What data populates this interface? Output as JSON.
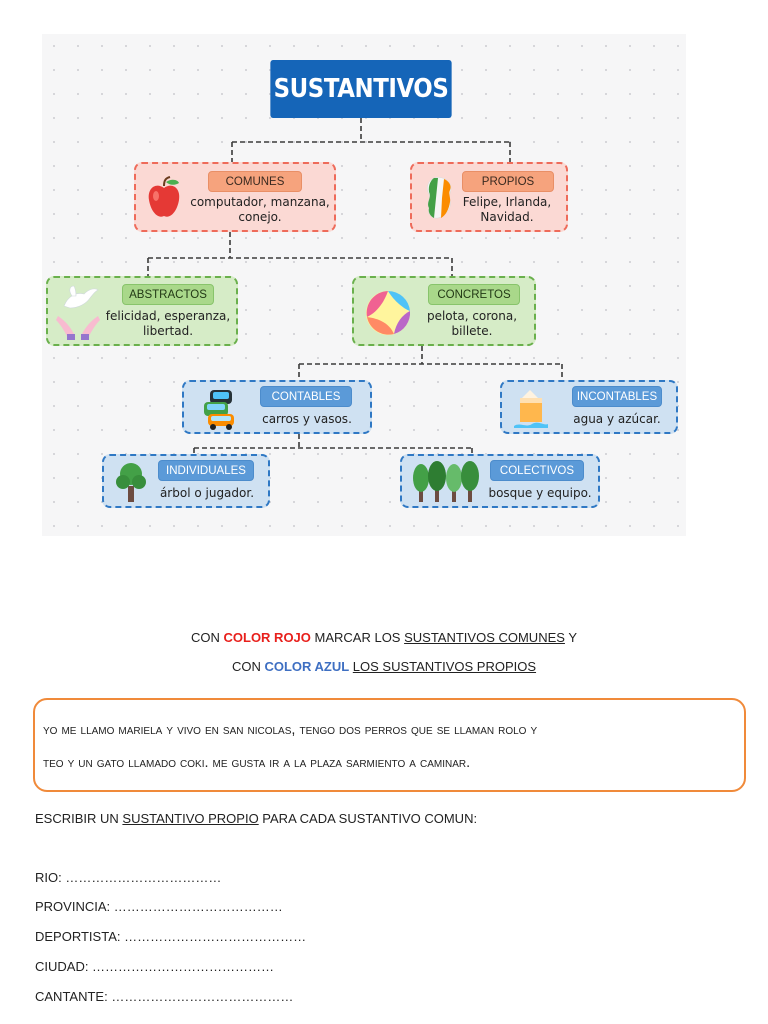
{
  "map": {
    "title": "SUSTANTIVOS",
    "nodes": {
      "comunes": {
        "tag": "COMUNES",
        "line1": "computador, manzana,",
        "line2": "conejo."
      },
      "propios": {
        "tag": "PROPIOS",
        "line1": "Felipe, Irlanda,",
        "line2": "Navidad."
      },
      "abstractos": {
        "tag": "ABSTRACTOS",
        "line1": "felicidad, esperanza,",
        "line2": "libertad."
      },
      "concretos": {
        "tag": "CONCRETOS",
        "line1": "pelota, corona,",
        "line2": "billete."
      },
      "contables": {
        "tag": "CONTABLES",
        "line1": "carros y vasos."
      },
      "incontables": {
        "tag": "INCONTABLES",
        "line1": "agua y azúcar."
      },
      "individuales": {
        "tag": "INDIVIDUALES",
        "line1": "árbol o jugador."
      },
      "colectivos": {
        "tag": "COLECTIVOS",
        "line1": "bosque y equipo."
      }
    },
    "colors": {
      "title": "#1565b8",
      "red": "#ee6b5a",
      "green": "#6ab04c",
      "blue": "#2f78c4"
    }
  },
  "instructions": {
    "line1_a": "CON ",
    "line1_red": "COLOR ROJO",
    "line1_b": " MARCAR LOS ",
    "line1_u": "SUSTANTIVOS COMUNES",
    "line1_c": " Y",
    "line2_a": "CON ",
    "line2_blue": "COLOR AZUL",
    "line2_b": " ",
    "line2_u": "LOS SUSTANTIVOS PROPIOS"
  },
  "paragraph": {
    "line1": "Yo me llamo Mariela y vivo en San Nicolas, tengo dos perros que se llaman Rolo y",
    "line2": "Teo y un gato llamado Coki. Me gusta ir a la plaza Sarmiento a caminar."
  },
  "exercise": {
    "a": "ESCRIBIR UN ",
    "u": "SUSTANTIVO PROPIO",
    "b": " PARA CADA SUSTANTIVO COMUN:",
    "items": [
      "RIO: ………………………………",
      "PROVINCIA: …………………………………",
      "DEPORTISTA: ……………………………………",
      "CIUDAD: ……………………………………",
      "CANTANTE: ……………………………………"
    ]
  }
}
